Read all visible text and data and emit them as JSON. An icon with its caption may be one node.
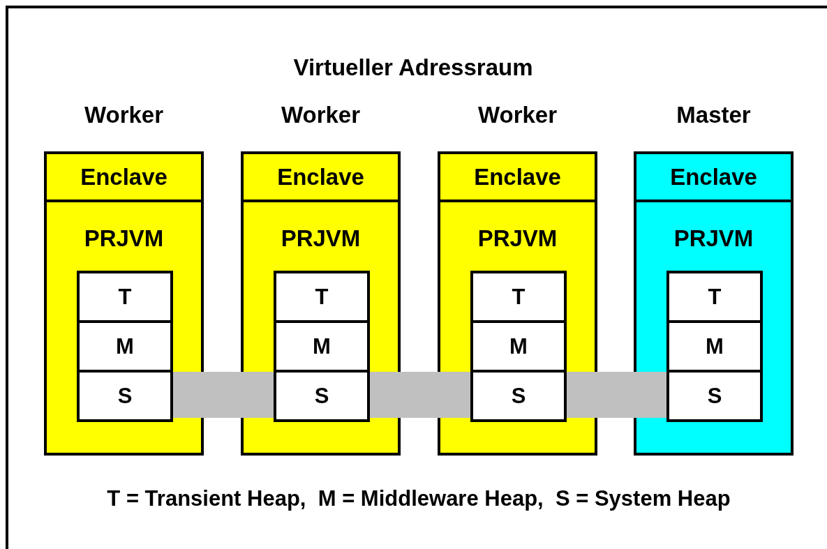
{
  "diagram": {
    "title": "Virtueller Adressraum",
    "nodes": [
      {
        "text": [
          "Worker",
          "PRJVM"
        ]
      },
      {
        "text": [
          "Enclave"
        ],
        "in": 0
      },
      {
        "text": [
          "T"
        ],
        "in": 0
      },
      {
        "text": [
          "M"
        ],
        "in": 0
      },
      {
        "text": [
          "S"
        ],
        "in": 0
      },
      {
        "text": [
          "Worker",
          "PRJVM"
        ]
      },
      {
        "text": [
          "Enclave"
        ],
        "in": 5
      },
      {
        "text": [
          "T"
        ],
        "in": 5
      },
      {
        "text": [
          "M"
        ],
        "in": 5
      },
      {
        "text": [
          "S"
        ],
        "in": 5
      },
      {
        "text": [
          "Worker",
          "PRJVM"
        ]
      },
      {
        "text": [
          "Enclave"
        ],
        "in": 10
      },
      {
        "text": [
          "T"
        ],
        "in": 10
      },
      {
        "text": [
          "M"
        ],
        "in": 10
      },
      {
        "text": [
          "S"
        ],
        "in": 10
      },
      {
        "text": [
          "Master",
          "PRJVM"
        ]
      },
      {
        "text": [
          "Enclave"
        ],
        "in": 15
      },
      {
        "text": [
          "T"
        ],
        "in": 15
      },
      {
        "text": [
          "M"
        ],
        "in": 15
      },
      {
        "text": [
          "S"
        ],
        "in": 15
      },
      {
        "text": [],
        "shape": "bar"
      },
      {
        "text": [],
        "shape": "bar"
      },
      {
        "text": [],
        "shape": "bar"
      }
    ],
    "labels": [
      "T = Transient Heap,  M = Middleware Heap,  S = System Heap"
    ]
  }
}
